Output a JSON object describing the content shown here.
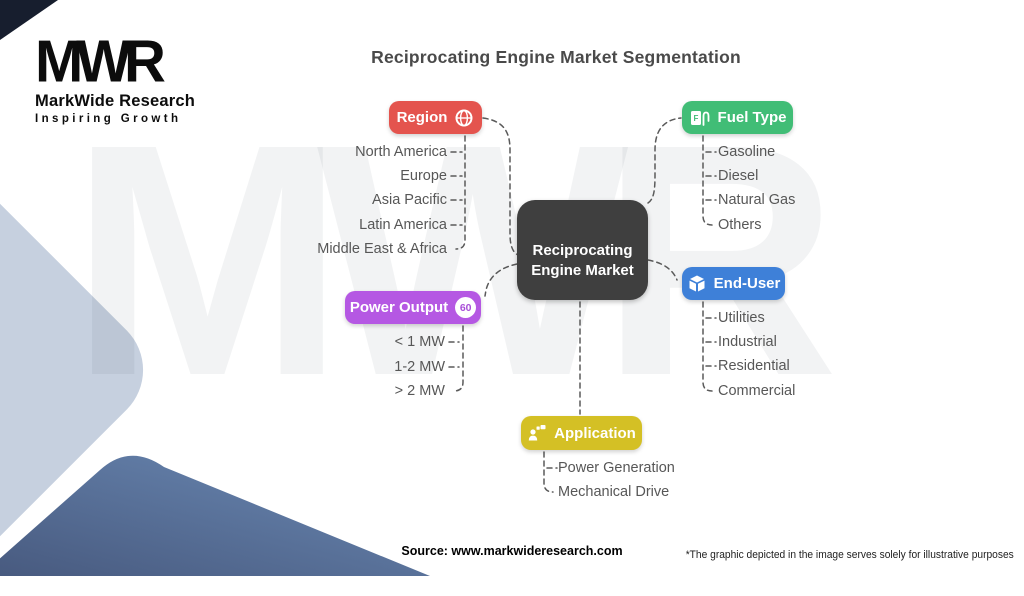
{
  "logo": {
    "brand": "MWR",
    "name": "MarkWide Research",
    "tagline": "Inspiring Growth"
  },
  "title": "Reciprocating Engine Market Segmentation",
  "center_node": {
    "line1": "Reciprocating",
    "line2": "Engine Market"
  },
  "segments": [
    {
      "id": "region",
      "label": "Region",
      "color": "#e4544e",
      "icon": "globe-icon",
      "items": [
        "North America",
        "Europe",
        "Asia Pacific",
        "Latin America",
        "Middle East & Africa"
      ]
    },
    {
      "id": "fuel-type",
      "label": "Fuel Type",
      "color": "#41bd76",
      "icon": "fuel-pump-icon",
      "items": [
        "Gasoline",
        "Diesel",
        "Natural Gas",
        "Others"
      ]
    },
    {
      "id": "power-output",
      "label": "Power Output",
      "color": "#b558e3",
      "icon": "gauge-badge",
      "badge_value": "60",
      "items": [
        "< 1 MW",
        "1-2 MW",
        "> 2 MW"
      ]
    },
    {
      "id": "end-user",
      "label": "End-User",
      "color": "#3e80d8",
      "icon": "cube-icon",
      "items": [
        "Utilities",
        "Industrial",
        "Residential",
        "Commercial"
      ]
    },
    {
      "id": "application",
      "label": "Application",
      "color": "#d4c025",
      "icon": "presenter-icon",
      "items": [
        "Power Generation",
        "Mechanical Drive"
      ]
    }
  ],
  "footer": {
    "source": "Source: www.markwideresearch.com",
    "disclaimer": "*The graphic depicted in the image serves solely for illustrative purposes"
  },
  "watermark": "MWR",
  "colors": {
    "center_node": "#3f3f3f",
    "title_text": "#4a4a4a",
    "list_text": "#575757",
    "connector": "#5a5a5a",
    "deco_light_blue": "#c6d0df",
    "deco_dark_blue": "#5b79a4",
    "deco_corner_navy": "#171e2e"
  }
}
